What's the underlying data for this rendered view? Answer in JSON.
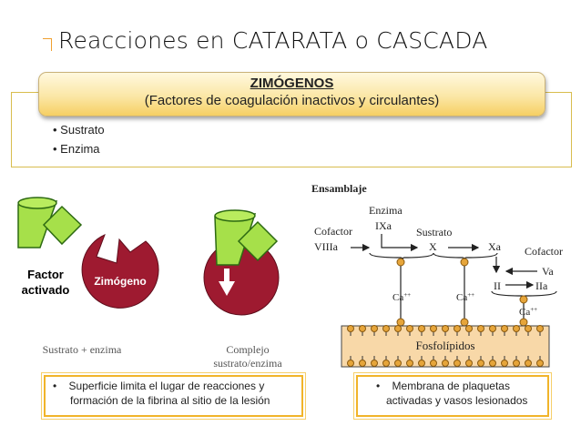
{
  "title": "Reacciones en CATARATA o CASCADA",
  "header": {
    "heading": "ZIMÓGENOS",
    "subtitle": "(Factores de coagulación inactivos y circulantes)"
  },
  "bullets": [
    "Sustrato",
    "Enzima"
  ],
  "left_diagram": {
    "factor_label_1": "Factor",
    "factor_label_2": "activado",
    "zymogen_label": "Zimógeno",
    "caption_left": "Sustrato  +  enzima",
    "caption_right_1": "Complejo",
    "caption_right_2": "sustrato/enzima"
  },
  "right_diagram": {
    "title": "Ensamblaje",
    "enzyme": "Enzima",
    "ixa": "IXa",
    "cofactor": "Cofactor",
    "viiia": "VIIIa",
    "substrate": "Sustrato",
    "x": "X",
    "xa": "Xa",
    "cofactor2": "Cofactor",
    "va": "Va",
    "ii": "II",
    "iia": "IIa",
    "ca": "Ca",
    "ca_sup": "++",
    "membrane": "Fosfolípidos"
  },
  "notes": {
    "left_1": "Superficie limita el lugar de reacciones y",
    "left_2": "formación de la fibrina al sitio de la lesión",
    "right_1": "Membrana de plaquetas",
    "right_2": "activadas y vasos lesionados"
  },
  "colors": {
    "accent": "#f1b42a",
    "zymogen": "#9e1a30",
    "factor": "#a6e04a",
    "membrane": "#f8d8a8"
  }
}
